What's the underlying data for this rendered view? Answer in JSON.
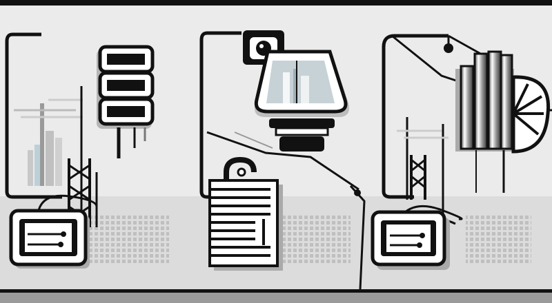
{
  "illustration": {
    "style": "monochrome line-art technology illustration",
    "panels": [
      {
        "id": "left",
        "icons": [
          "server-rack-icon",
          "antenna-tower-icon",
          "city-skyline-icon",
          "device-box-icon",
          "dot-grid-icon"
        ]
      },
      {
        "id": "middle",
        "icons": [
          "camera-icon",
          "monitor-display-icon",
          "padlock-icon",
          "striped-panel-icon",
          "dot-grid-icon"
        ]
      },
      {
        "id": "right",
        "icons": [
          "pin-icon",
          "cylinder-storage-icon",
          "fan-wheel-icon",
          "antenna-tower-icon",
          "device-box-icon",
          "dot-grid-icon"
        ]
      }
    ]
  },
  "colors": {
    "background": "#ebebeb",
    "lower_band": "#d9d9d9",
    "ink": "#111111",
    "shadow": "#b5b5b5",
    "screen_fill": "#c7d2d6",
    "white": "#ffffff"
  }
}
